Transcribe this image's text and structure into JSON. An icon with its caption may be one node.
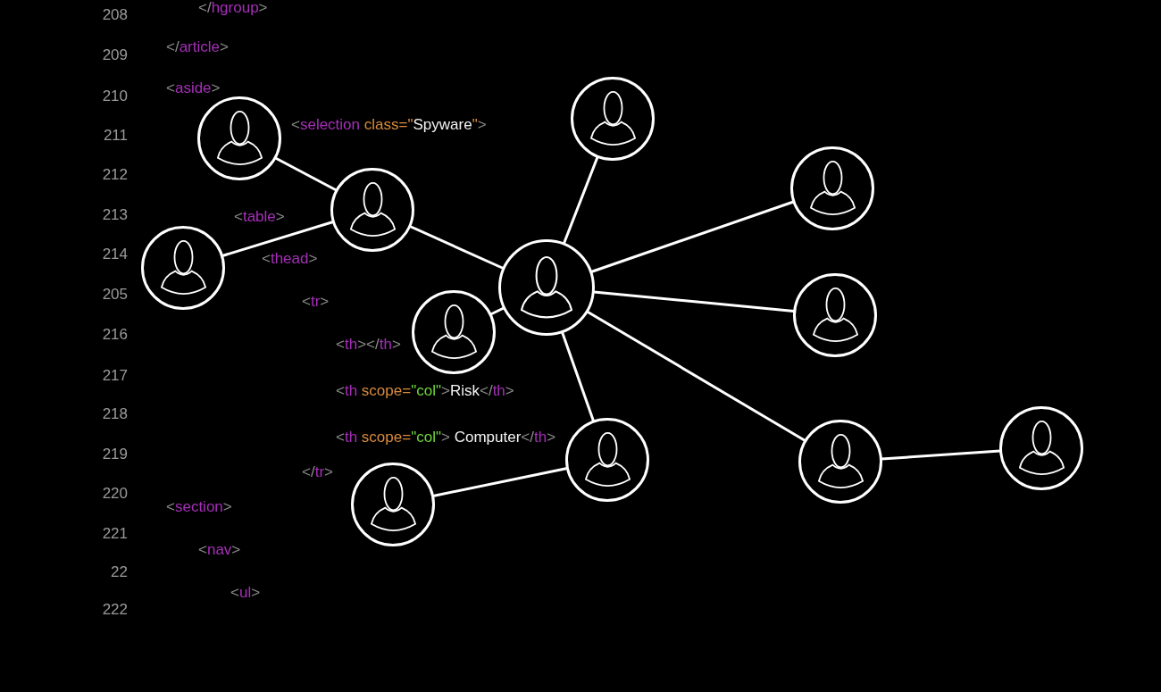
{
  "diagram": {
    "nodes": [
      {
        "text": [],
        "shape": "person"
      },
      {
        "text": [],
        "shape": "person"
      },
      {
        "text": [],
        "shape": "person"
      },
      {
        "text": [],
        "shape": "person"
      },
      {
        "text": [],
        "shape": "person"
      },
      {
        "text": [],
        "shape": "person"
      },
      {
        "text": [],
        "shape": "person"
      },
      {
        "text": [],
        "shape": "person"
      },
      {
        "text": [],
        "shape": "person"
      },
      {
        "text": [],
        "shape": "person"
      },
      {
        "text": [],
        "shape": "person"
      },
      {
        "text": [],
        "shape": "person"
      }
    ],
    "edges": [
      {
        "from": 0,
        "to": 1,
        "arrow": "none"
      },
      {
        "from": 1,
        "to": 2,
        "arrow": "none"
      },
      {
        "from": 1,
        "to": 4,
        "arrow": "none"
      },
      {
        "from": 4,
        "to": 3,
        "arrow": "none"
      },
      {
        "from": 4,
        "to": 5,
        "arrow": "none"
      },
      {
        "from": 4,
        "to": 6,
        "arrow": "none"
      },
      {
        "from": 4,
        "to": 7,
        "arrow": "none"
      },
      {
        "from": 4,
        "to": 9,
        "arrow": "none"
      },
      {
        "from": 4,
        "to": 10,
        "arrow": "none"
      },
      {
        "from": 8,
        "to": 9,
        "arrow": "none"
      },
      {
        "from": 10,
        "to": 11,
        "arrow": "none"
      }
    ],
    "labels": [
      "208",
      "</hgroup>",
      "209",
      "</article>",
      "210",
      "<aside>",
      "211",
      "<selection class=\"Spyware\">",
      "212",
      "213",
      "<table>",
      "214",
      "<thead>",
      "205",
      "<tr>",
      "216",
      "<th></th>",
      "217",
      "<th scope=\"col\">Risk</th>",
      "218",
      "<th scope=\"col\"> Computer</th>",
      "219",
      "</tr>",
      "220",
      "<section>",
      "221",
      "<nav>",
      "22",
      "<ul>",
      "222"
    ]
  }
}
